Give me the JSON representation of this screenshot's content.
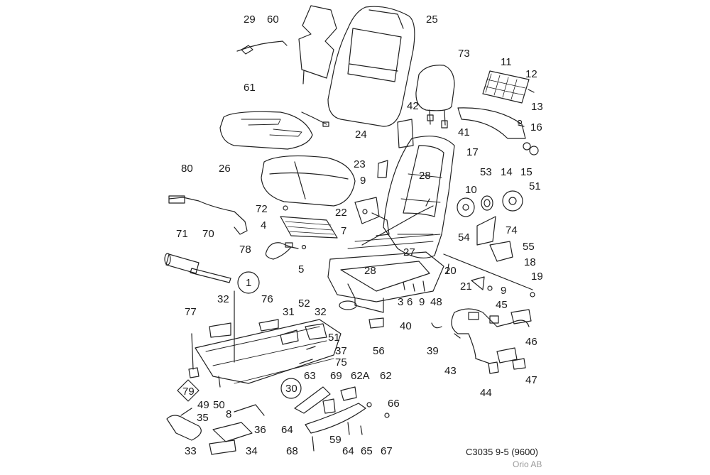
{
  "diagram": {
    "caption": "C3035 9-5 (9600)",
    "maker": "Orio AB",
    "callouts": {
      "c29": "29",
      "c60": "60",
      "c25": "25",
      "c73": "73",
      "c11": "11",
      "c12": "12",
      "c61": "61",
      "c42": "42",
      "c13": "13",
      "c41": "41",
      "c24": "24",
      "c16": "16",
      "c17": "17",
      "c14": "14",
      "c15": "15",
      "c80": "80",
      "c26": "26",
      "c23": "23",
      "c28a": "28",
      "c53": "53",
      "c51": "51",
      "c9a": "9",
      "c10": "10",
      "c72": "72",
      "c22": "22",
      "c4": "4",
      "c7": "7",
      "c54": "54",
      "c74": "74",
      "c71": "71",
      "c70": "70",
      "c55": "55",
      "c27": "27",
      "c78": "78",
      "c5": "5",
      "c18": "18",
      "c28b": "28",
      "c20": "20",
      "c19": "19",
      "c1": "1",
      "c21": "21",
      "c9b": "9",
      "c32a": "32",
      "c76": "76",
      "c52": "52",
      "c3": "3",
      "c6": "6",
      "c9c": "9",
      "c48": "48",
      "c45": "45",
      "c77": "77",
      "c31": "31",
      "c32b": "32",
      "c40": "40",
      "c51b": "51",
      "c56": "56",
      "c37": "37",
      "c39": "39",
      "c46": "46",
      "c75": "75",
      "c63": "63",
      "c69": "69",
      "c62A": "62A",
      "c62": "62",
      "c43": "43",
      "c47": "47",
      "c30": "30",
      "c79": "79",
      "c49": "49",
      "c50": "50",
      "c66": "66",
      "c44": "44",
      "c8": "8",
      "c35": "35",
      "c36": "36",
      "c64a": "64",
      "c59": "59",
      "c33": "33",
      "c34": "34",
      "c68": "68",
      "c64b": "64",
      "c65": "65",
      "c67": "67"
    }
  }
}
